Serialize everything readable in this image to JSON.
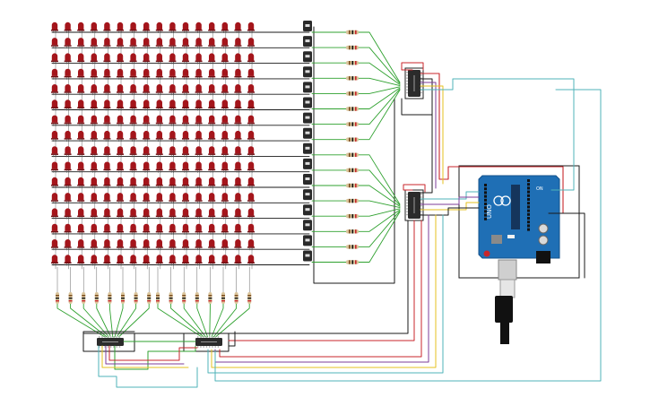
{
  "canvas": {
    "background": "#ffffff"
  },
  "colors": {
    "led": "#a4151b",
    "led_dark": "#6e0c10",
    "wire_black": "#1a1a1a",
    "wire_green": "#2fa12f",
    "wire_red": "#c8262b",
    "wire_yellow": "#e6c21f",
    "wire_purple": "#7d3c98",
    "wire_cyan": "#4fb3b8",
    "wire_orange": "#e08a1e",
    "resistor_body": "#d9c39a",
    "chip": "#2b2b2b",
    "arduino_board": "#1f6fb5"
  },
  "components": {
    "led_matrix": {
      "rows": 16,
      "cols": 16
    },
    "transistors": {
      "count": 16
    },
    "row_resistors": {
      "count": 16
    },
    "column_resistors": {
      "count": 16
    },
    "shift_registers": [
      {
        "id": "right-top"
      },
      {
        "id": "right-bottom"
      },
      {
        "id": "bottom-left"
      },
      {
        "id": "bottom-right"
      }
    ]
  },
  "arduino": {
    "brand": "UNO",
    "on_label": "ON"
  },
  "icons": {
    "usb": "usb-cable-icon",
    "power": "dc-barrel-plug-icon"
  }
}
